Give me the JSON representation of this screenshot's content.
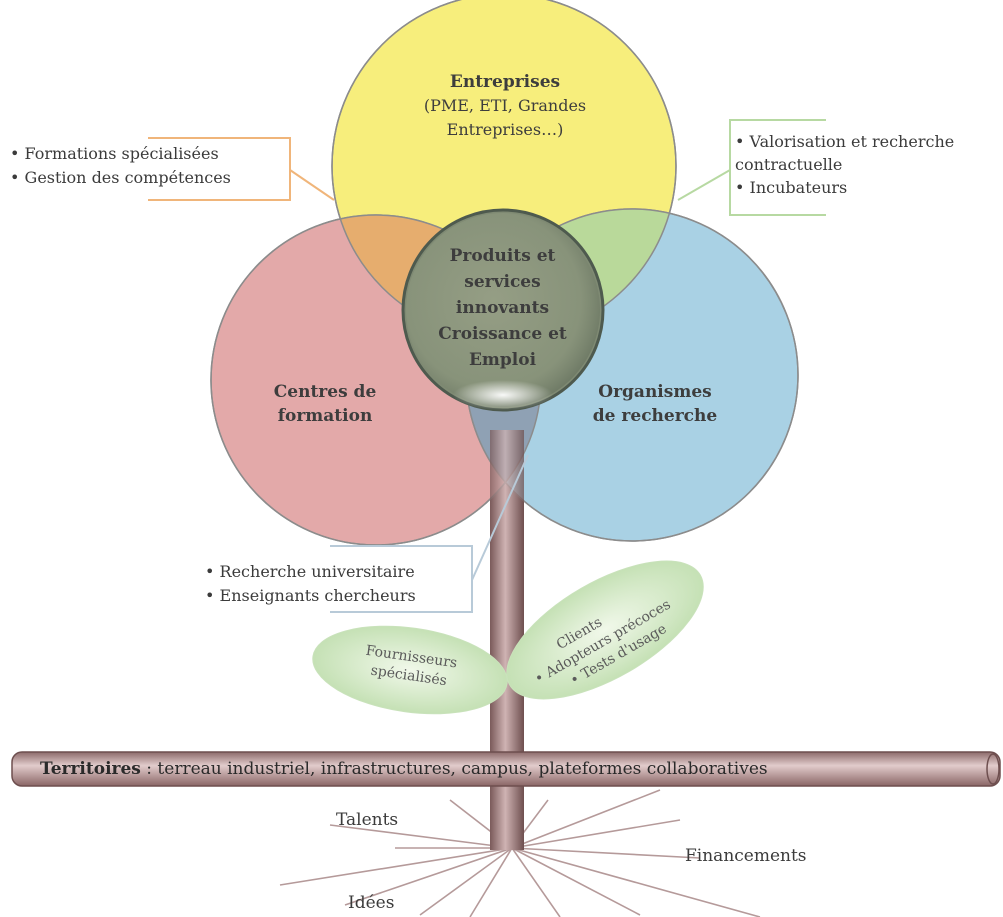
{
  "circles": {
    "top": {
      "title": "Entreprises",
      "subtitle": "(PME, ETI, Grandes Entreprises…)",
      "color": "#f7ee7c"
    },
    "left": {
      "title": "Centres de formation",
      "color": "#e3a9a9"
    },
    "right": {
      "title": "Organismes de recherche",
      "color": "#a9d1e4"
    },
    "center": {
      "title": "Produits et services innovants Croissance et Emploi"
    }
  },
  "callouts": {
    "left": {
      "items": [
        "Formations spécialisées",
        "Gestion des compétences"
      ],
      "color": "#f0b57a"
    },
    "right": {
      "items": [
        "Valorisation et recherche contractuelle",
        "Incubateurs"
      ],
      "color": "#b7d9a2"
    },
    "bottom": {
      "items": [
        "Recherche universitaire",
        "Enseignants chercheurs"
      ],
      "color": "#b8cad8"
    }
  },
  "leaves": {
    "left": {
      "line1": "Fournisseurs",
      "line2": "spécialisés"
    },
    "right": {
      "line1": "Clients",
      "item1": "Adopteurs précoces",
      "item2": "Tests d'usage"
    }
  },
  "ground": {
    "bold": "Territoires",
    "rest": " : terreau industriel, infrastructures, campus, plateformes collaboratives"
  },
  "roots": {
    "talents": "Talents",
    "financements": "Financements",
    "idees": "Idées"
  }
}
